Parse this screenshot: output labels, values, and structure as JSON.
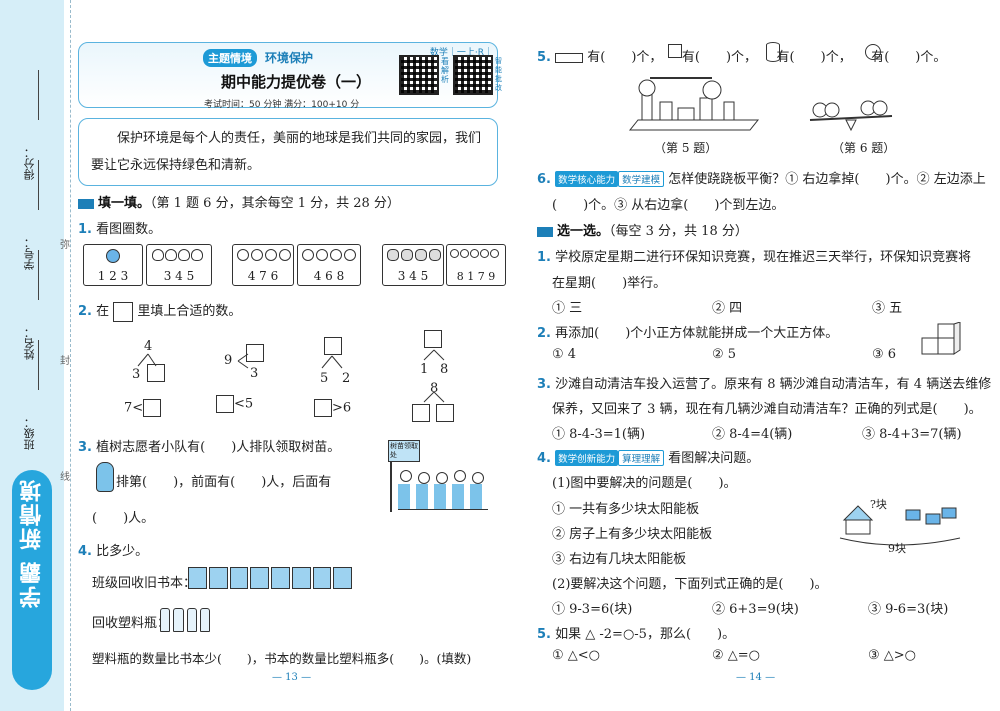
{
  "margin": {
    "fields": [
      "得分：",
      "学号：",
      "姓名：",
      "班级："
    ],
    "cut_marks": [
      "弥",
      "封",
      "线"
    ],
    "brand": "学霸 新情境"
  },
  "header": {
    "tag_theme": "主题情境",
    "tag_topic": "环境保护",
    "title": "期中能力提优卷（一）",
    "subject": "数学｜一上·R｜",
    "meta": "考试时间：50 分钟   满分：100+10 分",
    "scan1": "看解析",
    "scan2": "智能批改"
  },
  "intro": "保护环境是每个人的责任，美丽的地球是我们共同的家园，我们要让它永远保持绿色和清新。",
  "section1": {
    "title": "填一填。",
    "note": "（第 1 题 6 分，其余每空 1 分，共 28 分）"
  },
  "q1": {
    "num": "1.",
    "text": "看图圈数。",
    "groups": [
      "1  2  3",
      "3  4  5",
      "4  7  6",
      "4  6  8",
      "3  4  5",
      "8  1  7  9"
    ]
  },
  "q2": {
    "num": "2.",
    "text_a": "在",
    "text_b": "里填上合适的数。",
    "t1_top": "4",
    "t1_left": "3",
    "t2_left": "9",
    "t2_right": "3",
    "t3_left": "5",
    "t3_right": "2",
    "t4_left": "1",
    "t4_right": "8",
    "t4_mid": "8",
    "cmp1": "7<",
    "cmp2": "<5",
    "cmp3": ">6"
  },
  "q3": {
    "num": "3.",
    "line1": "植树志愿者小队有(　　)人排队领取树苗。",
    "line2": "排第(　　)，前面有(　　)人，后面有",
    "line3": "(　　)人。",
    "sign": "树苗领取处"
  },
  "q4": {
    "num": "4.",
    "text": "比多少。",
    "row1": "班级回收旧书本：",
    "row2": "回收塑料瓶：",
    "row3": "塑料瓶的数量比书本少(　　)，书本的数量比塑料瓶多(　　)。(填数)"
  },
  "pages": {
    "left": "— 13 —",
    "right": "— 14 —"
  },
  "q5": {
    "num": "5.",
    "text": "有(　　)个，　　有(　　)个，　　有(　　)个，　　有(　　)个。",
    "fig5": "（第 5 题）",
    "fig6": "（第 6 题）"
  },
  "q6": {
    "num": "6.",
    "badge1": "数学核心能力",
    "badge2": "数学建模",
    "line1": "怎样使跷跷板平衡？① 右边拿掉(　　)个。② 左边添上",
    "line2": "(　　)个。③ 从右边拿(　　)个到左边。"
  },
  "section2": {
    "title": "选一选。",
    "note": "（每空 3 分，共 18 分）"
  },
  "c1": {
    "num": "1.",
    "line1": "学校原定星期二进行环保知识竞赛，现在推迟三天举行，环保知识竞赛将",
    "line2": "在星期(　　)举行。",
    "opts": [
      "① 三",
      "② 四",
      "③ 五"
    ]
  },
  "c2": {
    "num": "2.",
    "line1": "再添加(　　)个小正方体就能拼成一个大正方体。",
    "opts": [
      "① 4",
      "② 5",
      "③ 6"
    ]
  },
  "c3": {
    "num": "3.",
    "line1": "沙滩自动清洁车投入运营了。原来有 8 辆沙滩自动清洁车，有 4 辆送去维修",
    "line2": "保养，又回来了 3 辆，现在有几辆沙滩自动清洁车？正确的列式是(　　)。",
    "opts": [
      "① 8-4-3=1(辆)",
      "② 8-4=4(辆)",
      "③ 8-4+3=7(辆)"
    ]
  },
  "c4": {
    "num": "4.",
    "badge1": "数学创新能力",
    "badge2": "算理理解",
    "line1": "看图解决问题。",
    "sub1": "(1)图中要解决的问题是(　　)。",
    "sub1_opts": [
      "① 一共有多少块太阳能板",
      "② 房子上有多少块太阳能板",
      "③ 右边有几块太阳能板"
    ],
    "sub2": "(2)要解决这个问题，下面列式正确的是(　　)。",
    "sub2_opts": [
      "① 9-3=6(块)",
      "② 6+3=9(块)",
      "③ 9-6=3(块)"
    ],
    "fig_q": "?块",
    "fig_total": "9块"
  },
  "c5": {
    "num": "5.",
    "line1": "如果 △ -2=○-5，那么(　　)。",
    "opts": [
      "① △<○",
      "② △=○",
      "③ △>○"
    ]
  },
  "colors": {
    "accent": "#1d9ad6",
    "margin_bg": "#d6eef8"
  }
}
